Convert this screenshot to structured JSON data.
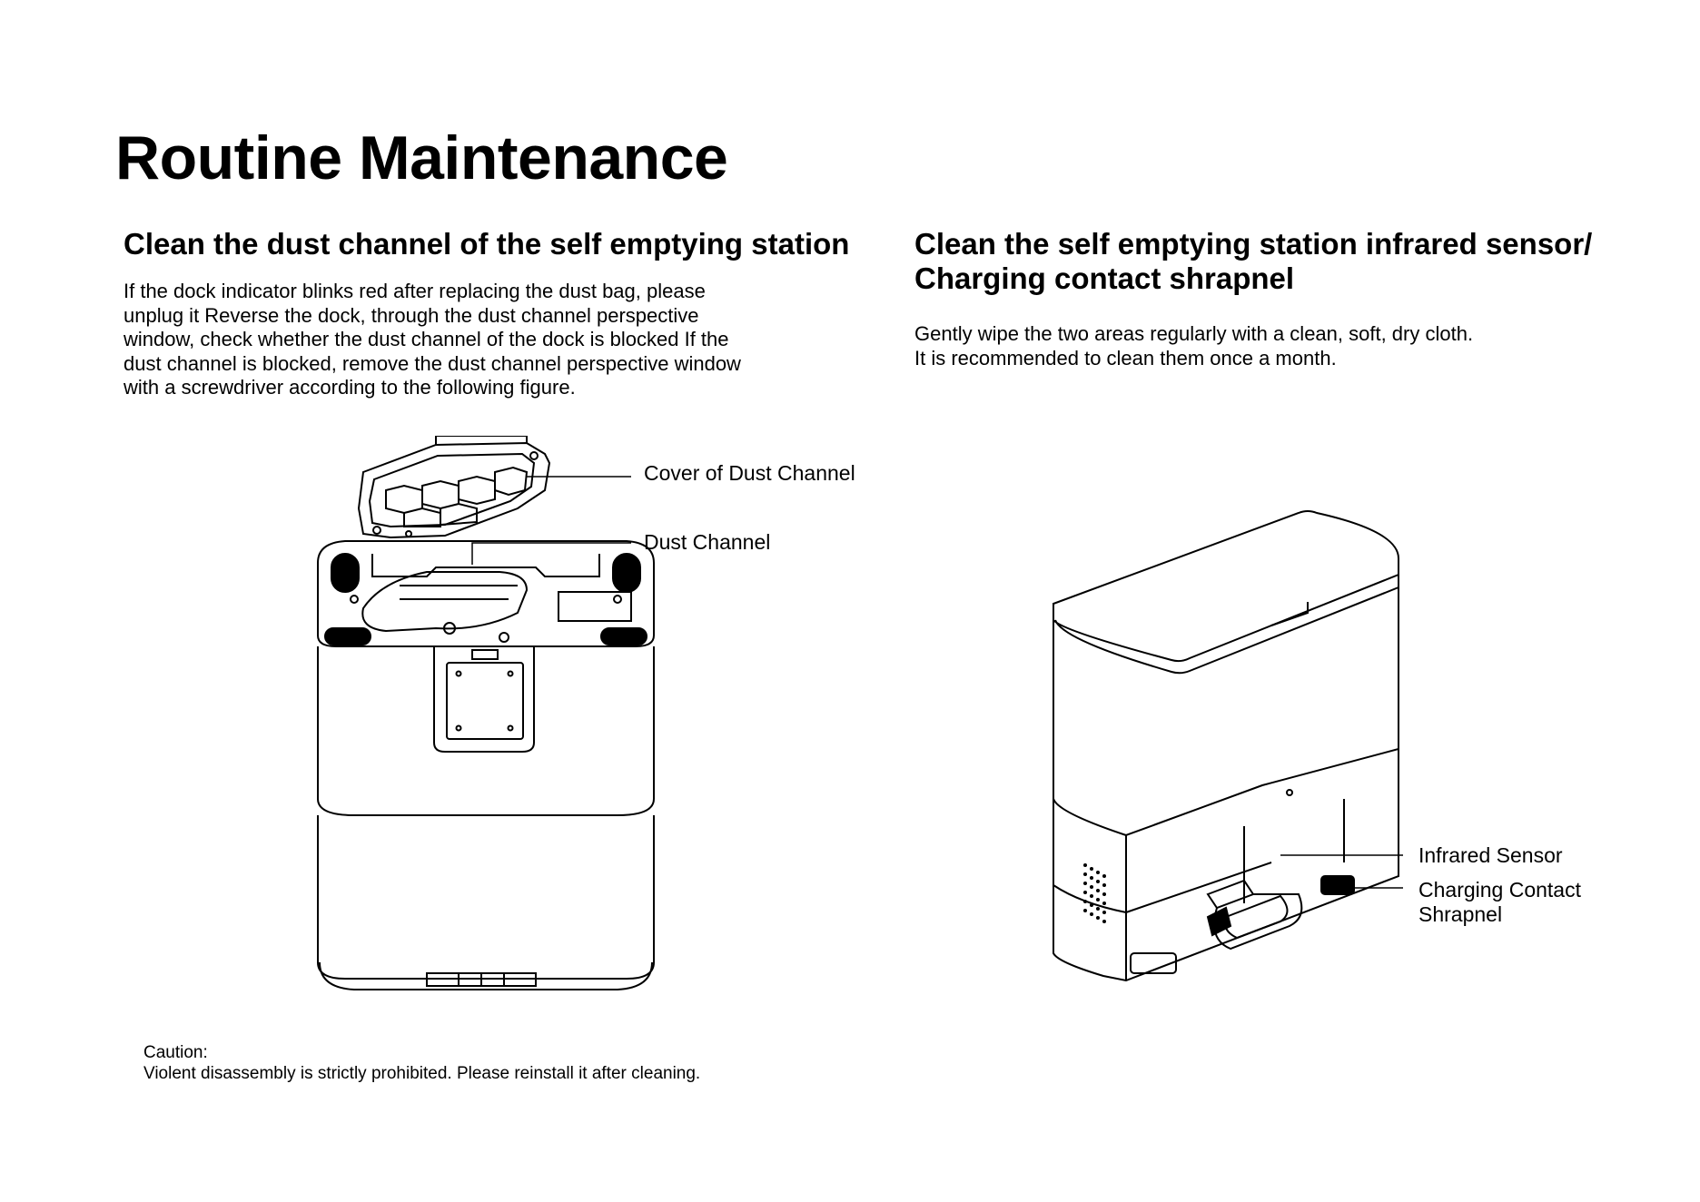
{
  "page": {
    "title": "Routine Maintenance"
  },
  "left_section": {
    "heading": "Clean the dust channel of the self emptying station",
    "body": "If the dock indicator blinks red after replacing the dust bag, please unplug it  Reverse the dock, through the dust channel perspective window, check whether the dust channel of the dock is blocked If the dust channel is blocked, remove the dust channel perspective window with a screwdriver according to the following figure.",
    "labels": {
      "cover": "Cover of Dust Channel",
      "channel": "Dust Channel"
    }
  },
  "right_section": {
    "heading": "Clean the self emptying station infrared sensor/ Charging contact shrapnel",
    "body_line1": "Gently wipe the two areas regularly with a clean, soft, dry cloth.",
    "body_line2": "It is recommended to clean them once a month.",
    "labels": {
      "infrared": "Infrared Sensor",
      "charging_line1": "Charging Contact",
      "charging_line2": "Shrapnel"
    }
  },
  "caution": {
    "title": "Caution:",
    "text": "Violent disassembly is strictly prohibited. Please reinstall it after cleaning."
  }
}
